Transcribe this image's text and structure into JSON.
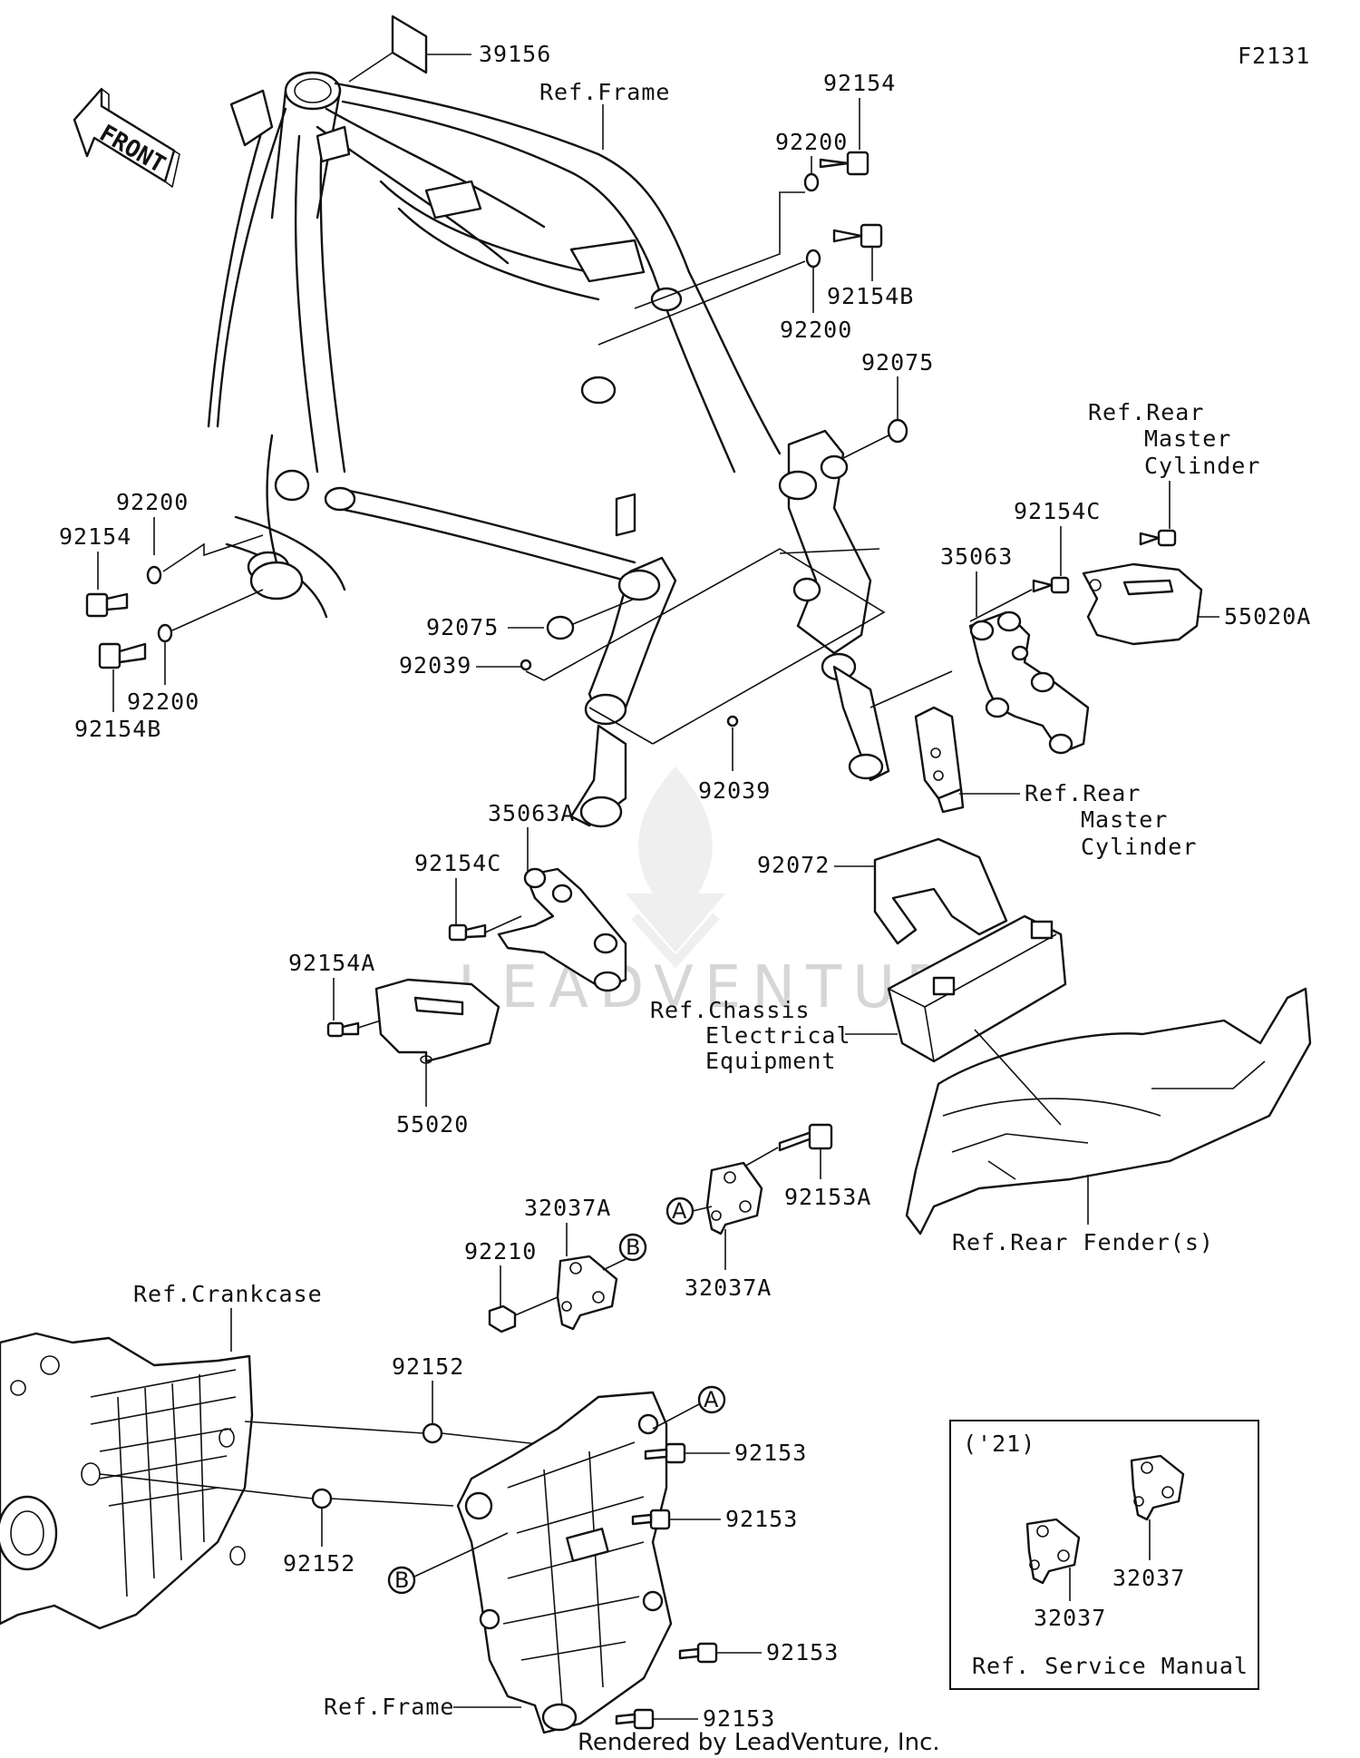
{
  "diagram_code": "F2131",
  "front_label": "FRONT",
  "watermark": "LEADVENTURE",
  "footer": "Rendered by LeadVenture, Inc.",
  "inset": {
    "year": "('21)",
    "note": "Ref. Service Manual",
    "part_a": "32037",
    "part_b": "32037"
  },
  "callouts": {
    "a": "A",
    "b": "B"
  },
  "labels": {
    "p39156": "39156",
    "ref_frame_top": "Ref.Frame",
    "p92154_top": "92154",
    "p92200_top": "92200",
    "p92154B_top": "92154B",
    "p92200_mid": "92200",
    "p92075_right": "92075",
    "ref_rear_master_1": [
      "Ref.Rear",
      "Master",
      "Cylinder"
    ],
    "p92154C_right": "92154C",
    "p35063": "35063",
    "p55020A": "55020A",
    "p92200_left": "92200",
    "p92154_left": "92154",
    "p92154B_left": "92154B",
    "p92200_left2": "92200",
    "p92075_left": "92075",
    "p92039_left": "92039",
    "p92039_mid": "92039",
    "ref_rear_master_2": [
      "Ref.Rear",
      "Master",
      "Cylinder"
    ],
    "p35063A": "35063A",
    "p92154C_left": "92154C",
    "p92072": "92072",
    "p92154A": "92154A",
    "ref_chassis": [
      "Ref.Chassis",
      "Electrical",
      "Equipment"
    ],
    "p55020": "55020",
    "p92153A": "92153A",
    "p32037A_top": "32037A",
    "p92210": "92210",
    "p32037A_mid": "32037A",
    "ref_rear_fender": "Ref.Rear Fender(s)",
    "ref_crankcase": "Ref.Crankcase",
    "p92152_top": "92152",
    "p92152_bottom": "92152",
    "p92153_1": "92153",
    "p92153_2": "92153",
    "p92153_3": "92153",
    "p92153_4": "92153",
    "ref_frame_bottom": "Ref.Frame"
  }
}
